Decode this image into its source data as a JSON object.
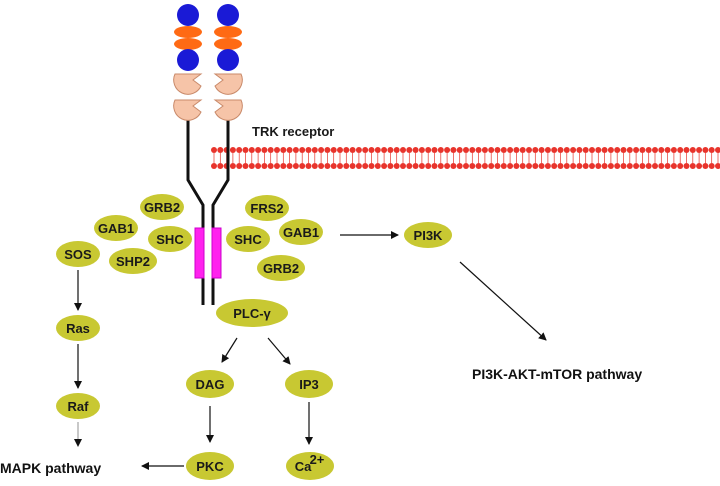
{
  "receptor_label": "TRK receptor",
  "nodes": {
    "grb2_top": "GRB2",
    "gab1_left": "GAB1",
    "shc_left": "SHC",
    "sos": "SOS",
    "shp2": "SHP2",
    "frs2": "FRS2",
    "shc_right": "SHC",
    "gab1_right": "GAB1",
    "grb2_bottom": "GRB2",
    "pi3k": "PI3K",
    "plc": "PLC-γ",
    "ras": "Ras",
    "raf": "Raf",
    "dag": "DAG",
    "ip3": "IP3",
    "pkc": "PKC",
    "ca_base": "Ca",
    "ca_sup": "2+"
  },
  "pathways": {
    "mapk": "MAPK pathway",
    "pi3k_akt": "PI3K-AKT-mTOR pathway"
  },
  "colors": {
    "node_fill": "#c8c832",
    "membrane": "#e8342c",
    "transmembrane": "#ff22ee",
    "domain_blue": "#1a1ad6",
    "domain_orange": "#ff6a14",
    "domain_peach": "#f6c4a8"
  }
}
